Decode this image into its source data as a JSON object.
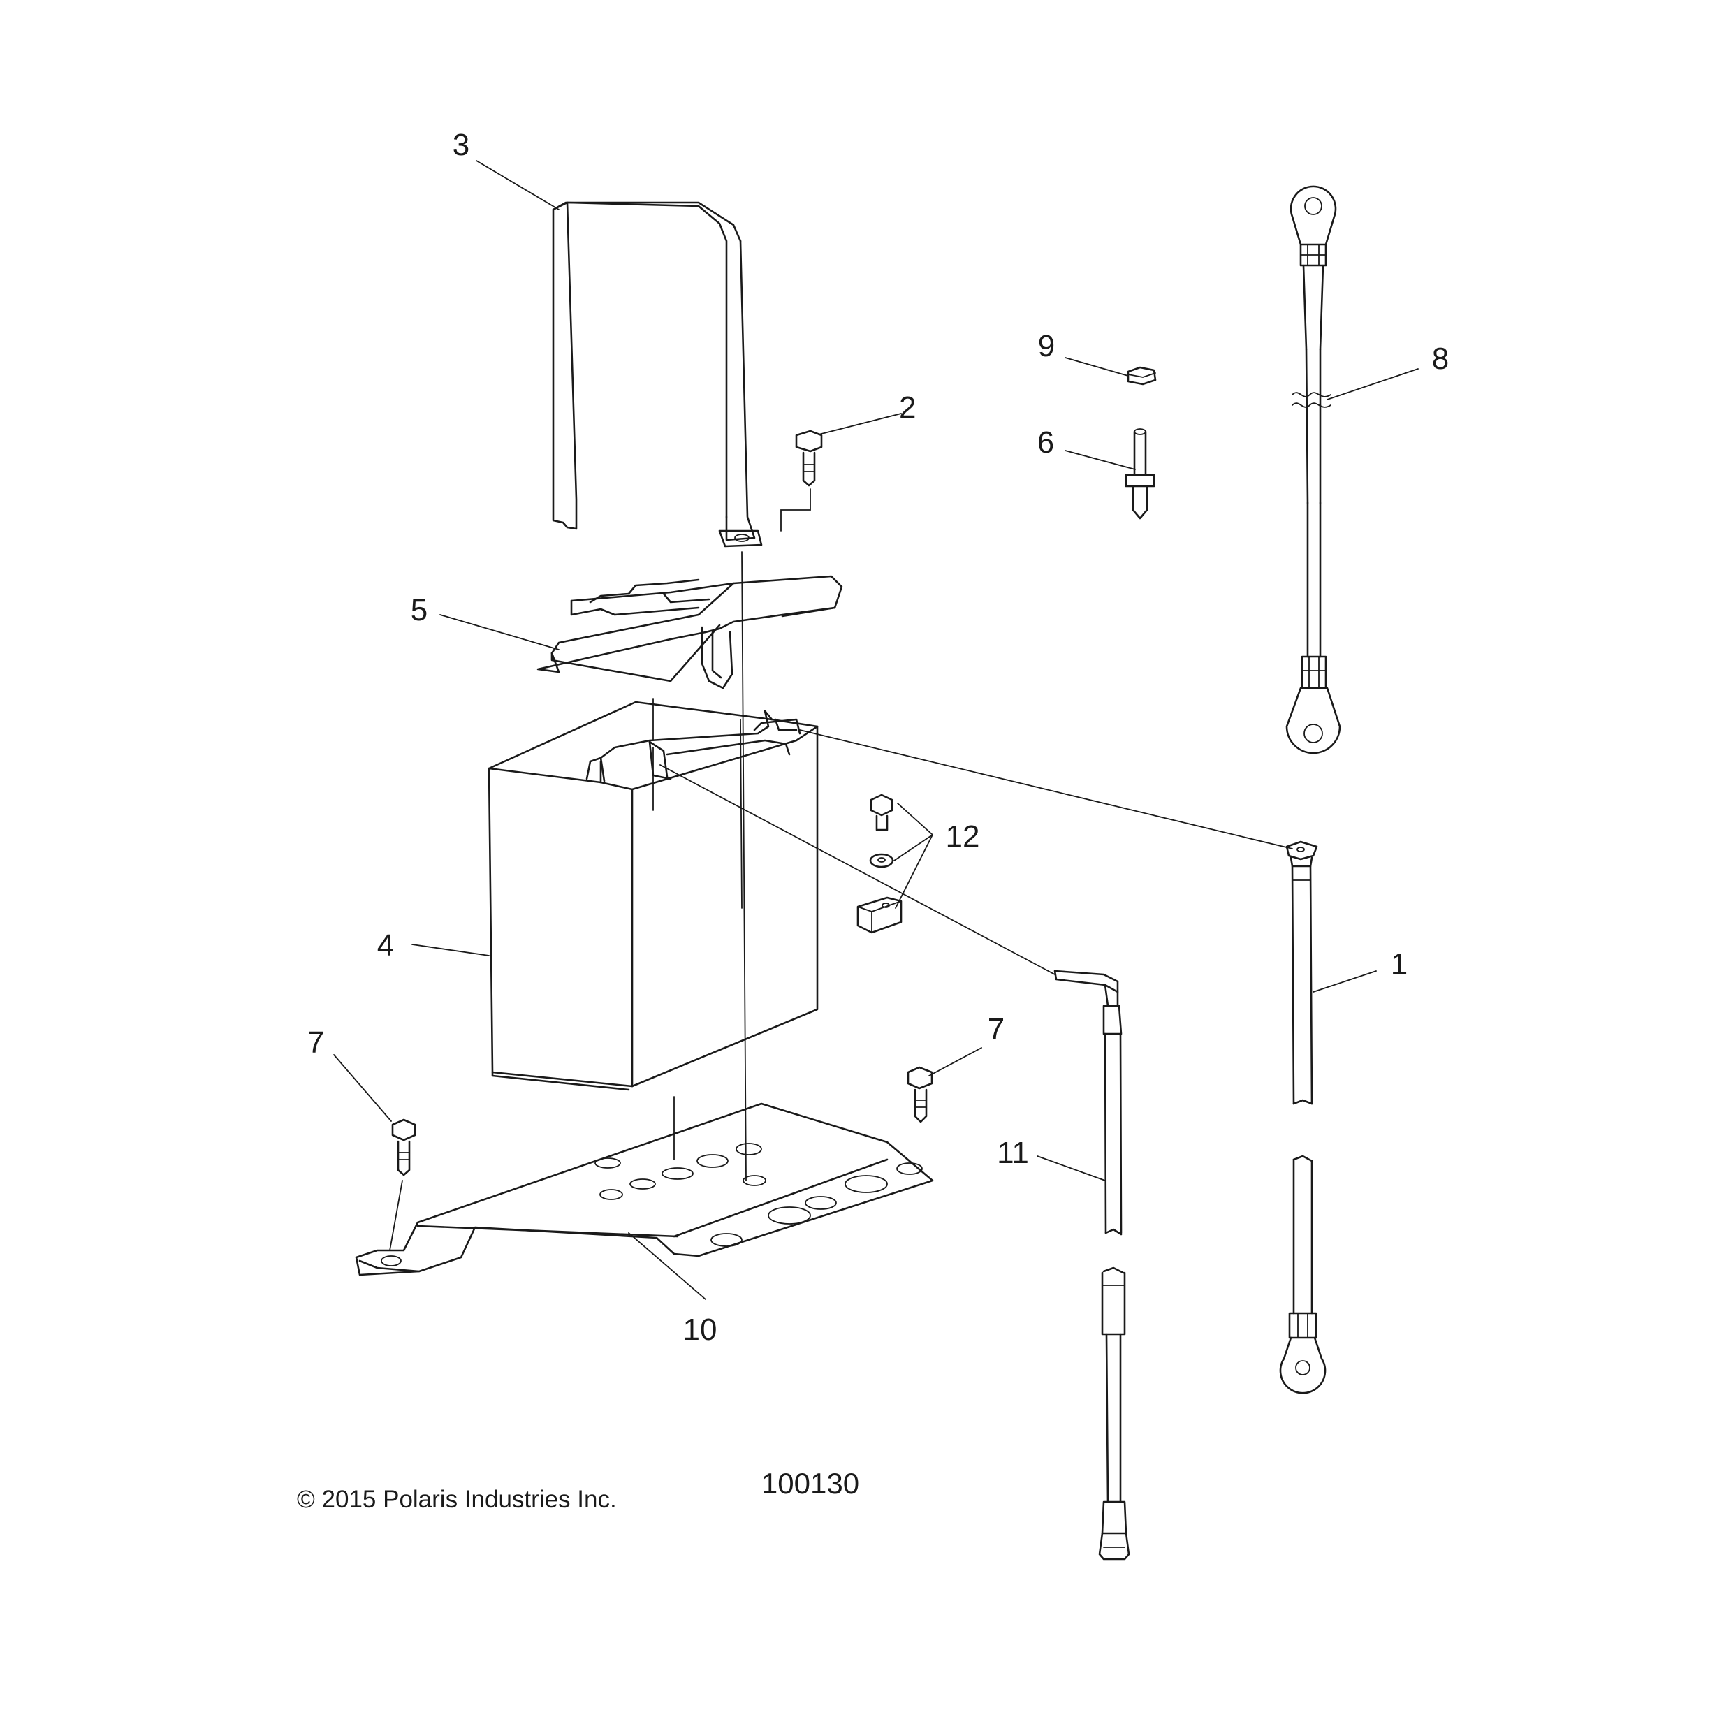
{
  "diagram": {
    "callouts": [
      {
        "id": "c1",
        "number": "1"
      },
      {
        "id": "c2",
        "number": "2"
      },
      {
        "id": "c3",
        "number": "3"
      },
      {
        "id": "c4",
        "number": "4"
      },
      {
        "id": "c5",
        "number": "5"
      },
      {
        "id": "c6",
        "number": "6"
      },
      {
        "id": "c7a",
        "number": "7"
      },
      {
        "id": "c7b",
        "number": "7"
      },
      {
        "id": "c8",
        "number": "8"
      },
      {
        "id": "c9",
        "number": "9"
      },
      {
        "id": "c10",
        "number": "10"
      },
      {
        "id": "c11",
        "number": "11"
      },
      {
        "id": "c12",
        "number": "12"
      }
    ],
    "copyright": "© 2015 Polaris Industries Inc.",
    "drawing_number": "100130"
  }
}
